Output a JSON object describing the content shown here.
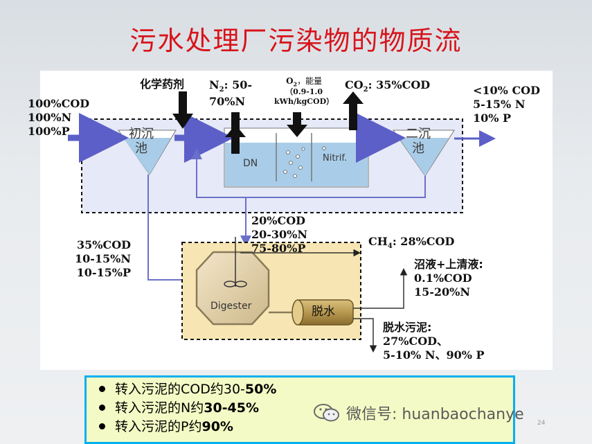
{
  "title": "污水处理厂污染物的物质流",
  "labels": {
    "influent": [
      "100%COD",
      "100%N",
      "100%P"
    ],
    "chemicals": "化学药剂",
    "n2_a": "N",
    "n2_sub": "2",
    "n2_b": ": 50-",
    "n2_line2": "70%N",
    "o2_a": "O",
    "o2_sub": "2",
    "o2_b": "，能量",
    "o2_line2": "（0.9-1.0",
    "o2_line3": "kWh/kgCOD）",
    "co2_a": "CO",
    "co2_sub": "2",
    "co2_b": ": 35%COD",
    "effluent": [
      "<10% COD",
      "5-15% N",
      "10% P"
    ],
    "primary_sludge": [
      "35%COD",
      "10-15%N",
      "10-15%P"
    ],
    "waste_sludge": [
      "20%COD",
      "20-30%N",
      "75-80%P"
    ],
    "ch4_a": "CH",
    "ch4_sub": "4",
    "ch4_b": ": 28%COD",
    "digestate": [
      "沼液+上清液:",
      "0.1%COD",
      "15-20%N"
    ],
    "dewatered": [
      "脱水污泥:",
      "27%COD、",
      "5-10% N、90% P"
    ]
  },
  "units": {
    "primary_clarifier": [
      "初沉",
      "池"
    ],
    "secondary_clarifier": [
      "二沉",
      "池"
    ],
    "dn": "DN",
    "nitrif": "Nitrif.",
    "digester": "Digester",
    "dewatering": "脱水"
  },
  "summary": [
    {
      "pre": "转入污泥的COD约30-",
      "bold": "50%"
    },
    {
      "pre": "转入污泥的N约",
      "bold": "30-45%"
    },
    {
      "pre": "转入污泥的P约",
      "bold": "90%"
    }
  ],
  "watermark": "微信号: huanbaochanye",
  "page_number": "24",
  "colors": {
    "title": "#d8141b",
    "water": "#a9cde8",
    "flow_arrow": "#5b5fc7",
    "pipe": "#8a8fd8",
    "dashed_box_fill": "#e6e9f7",
    "digester_box_fill": "#f7e6b3",
    "summary_bg": "#f4fac5",
    "summary_border": "#00b0f0"
  }
}
